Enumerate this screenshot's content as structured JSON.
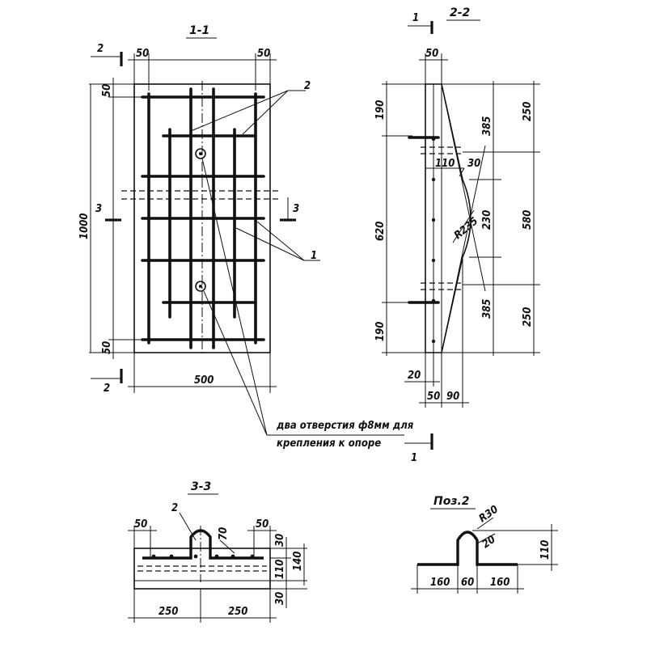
{
  "sections": {
    "s11": "1-1",
    "s22": "2-2",
    "s33": "3-3",
    "pos2": "Поз.2"
  },
  "cut_marks": {
    "c1": "1",
    "c2": "2",
    "c3": "3"
  },
  "callouts": {
    "bar_2": "2",
    "bar_1": "1"
  },
  "note": {
    "line1": "два отверстия ф8мм для",
    "line2": "крепления к опоре"
  },
  "dims_11": {
    "top_left": "50",
    "top_right": "50",
    "left_top": "50",
    "left_bottom": "50",
    "height": "1000",
    "width": "500"
  },
  "dims_22": {
    "top": "50",
    "d190a": "190",
    "d620": "620",
    "d190b": "190",
    "d385a": "385",
    "d385b": "385",
    "d250a": "250",
    "d580": "580",
    "d250b": "250",
    "d230": "230",
    "d110": "110",
    "d30": "30",
    "radius": "R235",
    "d20": "20",
    "d50": "50",
    "d90": "90"
  },
  "dims_33": {
    "left50": "50",
    "right50": "50",
    "d70": "70",
    "d30a": "30",
    "d110": "110",
    "d140": "140",
    "d30b": "30",
    "left250": "250",
    "right250": "250",
    "callout": "2"
  },
  "dims_pos2": {
    "radius": "R30",
    "d20": "20",
    "d110": "110",
    "d160a": "160",
    "d60": "60",
    "d160b": "160"
  }
}
